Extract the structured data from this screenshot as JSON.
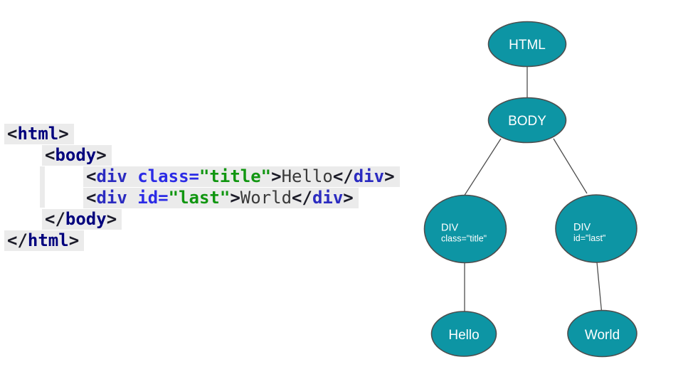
{
  "colors": {
    "node_fill": "#0d95a4",
    "node_border": "#4d4d4d",
    "edge": "#4d4d4d",
    "node_text": "#ffffff",
    "code_line_bg": "#ebebeb",
    "syntax_bracket": "#1b1b28",
    "syntax_root_tag": "#00007d",
    "syntax_tag": "#2b2bc0",
    "syntax_attr": "#2b2be6",
    "syntax_string": "#119611",
    "syntax_content": "#3a3a3a"
  },
  "code_panel": {
    "lines": [
      {
        "tokens": [
          [
            "bracket",
            "<"
          ],
          [
            "tagroot",
            "html"
          ],
          [
            "bracket",
            ">"
          ]
        ]
      },
      {
        "tokens": [
          [
            "bracket",
            "<"
          ],
          [
            "tagroot",
            "body"
          ],
          [
            "bracket",
            ">"
          ]
        ]
      },
      {
        "tokens": [
          [
            "bracket",
            "<"
          ],
          [
            "tag",
            "div"
          ],
          [
            "plain",
            " "
          ],
          [
            "attr",
            "class"
          ],
          [
            "attr",
            "="
          ],
          [
            "string",
            "\"title\""
          ],
          [
            "bracket",
            ">"
          ],
          [
            "content",
            "Hello"
          ],
          [
            "bracket",
            "</"
          ],
          [
            "tag",
            "div"
          ],
          [
            "bracket",
            ">"
          ]
        ]
      },
      {
        "tokens": [
          [
            "bracket",
            "<"
          ],
          [
            "tag",
            "div"
          ],
          [
            "plain",
            " "
          ],
          [
            "attr",
            "id"
          ],
          [
            "attr",
            "="
          ],
          [
            "string",
            "\"last\""
          ],
          [
            "bracket",
            ">"
          ],
          [
            "content",
            "World"
          ],
          [
            "bracket",
            "</"
          ],
          [
            "tag",
            "div"
          ],
          [
            "bracket",
            ">"
          ]
        ]
      },
      {
        "tokens": [
          [
            "bracket",
            "</"
          ],
          [
            "tagroot",
            "body"
          ],
          [
            "bracket",
            ">"
          ]
        ]
      },
      {
        "tokens": [
          [
            "bracket",
            "</"
          ],
          [
            "tagroot",
            "html"
          ],
          [
            "bracket",
            ">"
          ]
        ]
      }
    ]
  },
  "tree": {
    "node_html": "HTML",
    "node_body": "BODY",
    "node_div1_line1": "DIV",
    "node_div1_line2": "class=\"title\"",
    "node_div2_line1": "DIV",
    "node_div2_line2": "id=\"last\"",
    "node_hello": "Hello",
    "node_world": "World"
  }
}
